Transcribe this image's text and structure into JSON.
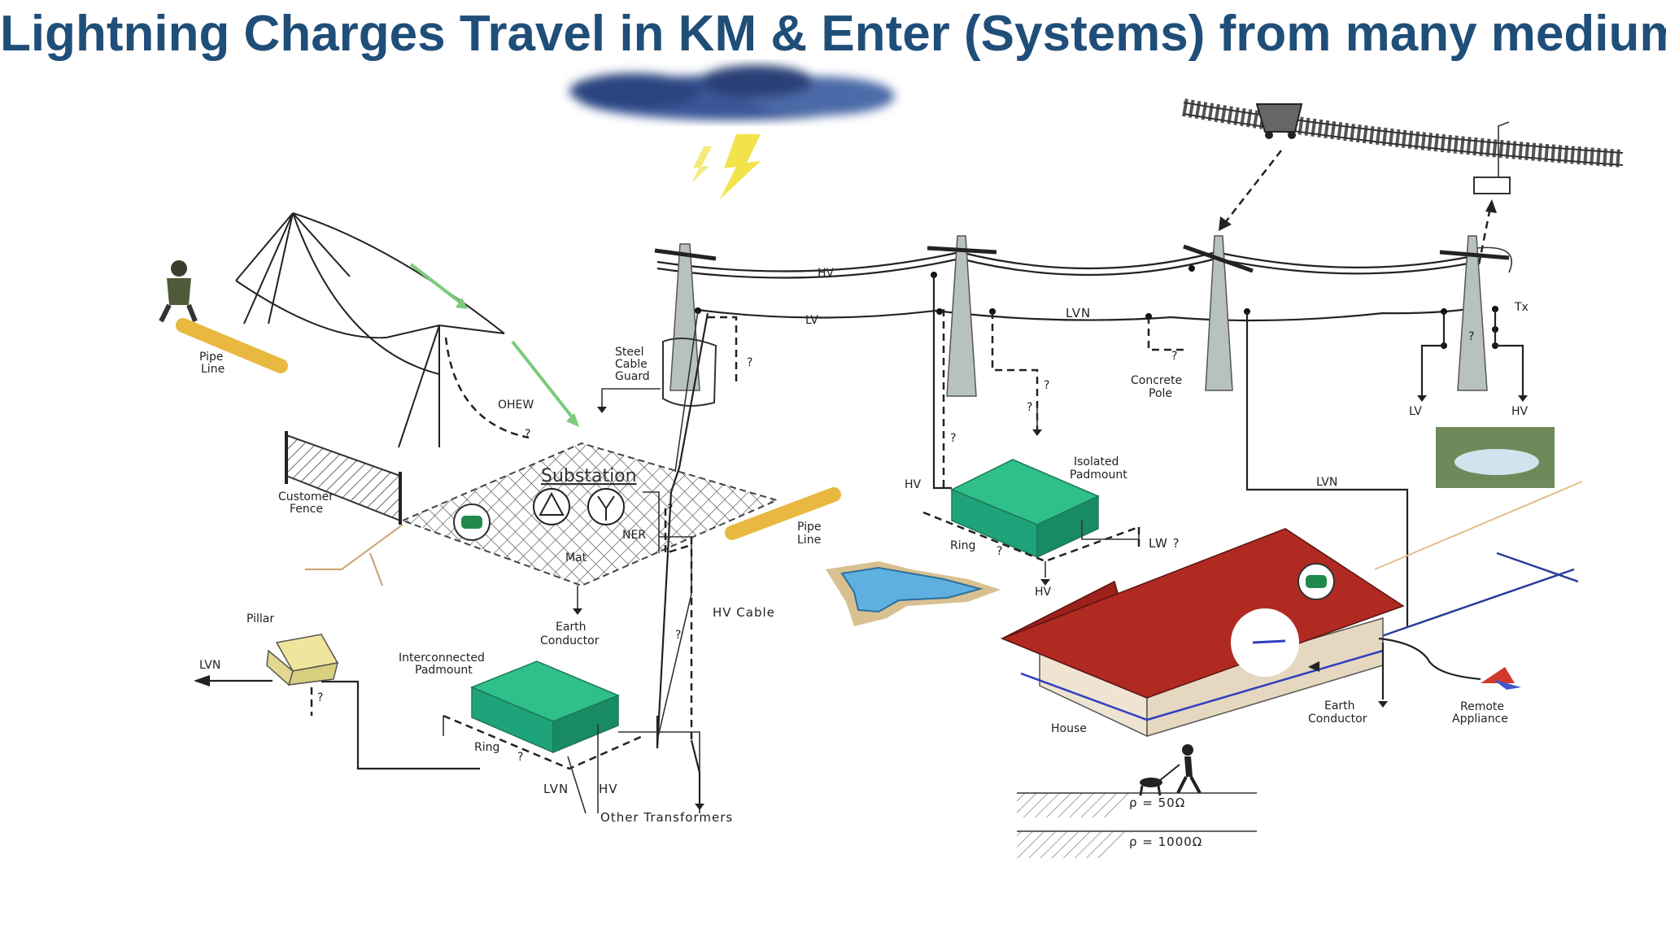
{
  "title": "Lightning Charges Travel  in KM  & Enter (Systems) from many medium",
  "labels": {
    "pipe_line_left": [
      "Pipe",
      "Line"
    ],
    "ohew": "OHEW",
    "customer_fence": [
      "Customer",
      "Fence"
    ],
    "substation": "Substation",
    "ner": "NER",
    "mat": "Mat",
    "earth_conductor_sub": [
      "Earth",
      "Conductor"
    ],
    "steel_cable_guard": [
      "Steel",
      "Cable",
      "Guard"
    ],
    "pipe_line_right": [
      "Pipe",
      "Line"
    ],
    "hv_cable": "HV Cable",
    "pillar": "Pillar",
    "lvn_left": "LVN",
    "interconnected_padmount": [
      "Interconnected",
      "Padmount"
    ],
    "ring_left": "Ring",
    "lvn_bottom": "LVN",
    "hv_bottom": "HV",
    "other_transformers": "Other Transformers",
    "hv_line": "HV",
    "lv_line": "LV",
    "lvn_line": "LVN",
    "concrete_pole": [
      "Concrete",
      "Pole"
    ],
    "isolated_padmount": [
      "Isolated",
      "Padmount"
    ],
    "hv_isolated": "HV",
    "ring_right": "Ring",
    "lw": "LW ?",
    "hv_under_isolated": "HV",
    "lvn_house": "LVN",
    "lv_right": "LV",
    "hv_right": "HV",
    "tx": "Tx",
    "house": "House",
    "earth_conductor_house": [
      "Earth",
      "Conductor"
    ],
    "remote_appliance": [
      "Remote",
      "Appliance"
    ],
    "rho_50": "ρ = 50Ω",
    "rho_1000": "ρ = 1000Ω",
    "question": "?"
  },
  "colors": {
    "title": "#1f4e79",
    "padmount": "#1fa37a",
    "roof": "#b02a22",
    "pipe": "#e8b840",
    "lightning": "#f2e34a",
    "cloud": "#2f4a86"
  }
}
